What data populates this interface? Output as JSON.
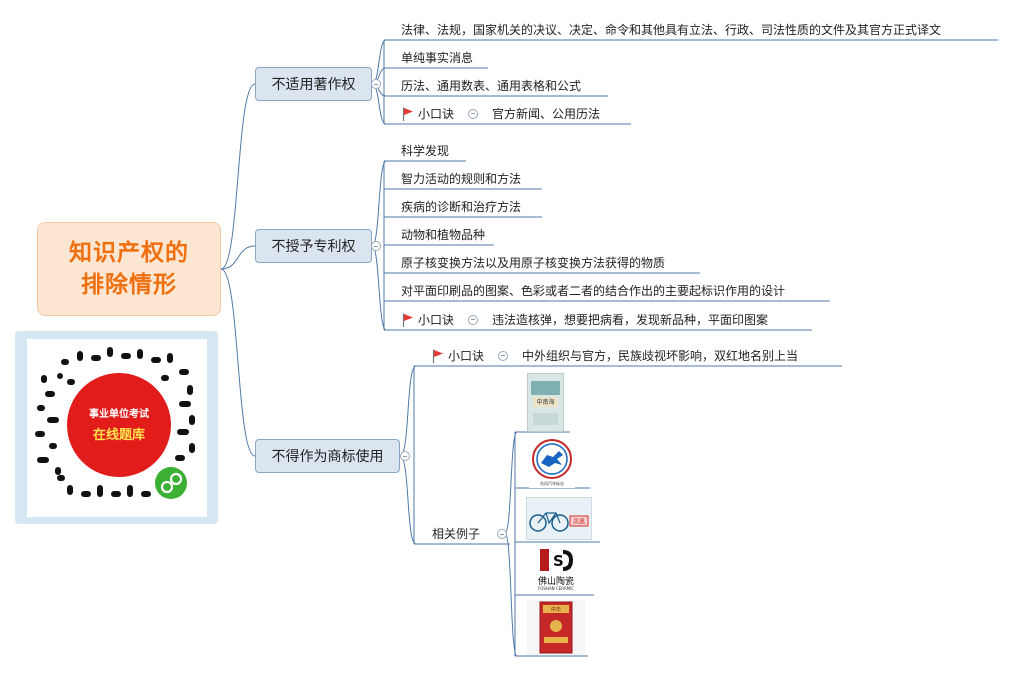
{
  "root": {
    "line1": "知识产权的",
    "line2": "排除情形"
  },
  "branches": {
    "b1": {
      "label": "不适用著作权",
      "items": [
        "法律、法规，国家机关的决议、决定、命令和其他具有立法、行政、司法性质的文件及其官方正式译文",
        "单纯事实消息",
        "历法、通用数表、通用表格和公式"
      ],
      "tip_label": "小口诀",
      "tip_text": "官方新闻、公用历法"
    },
    "b2": {
      "label": "不授予专利权",
      "items": [
        "科学发现",
        "智力活动的规则和方法",
        "疾病的诊断和治疗方法",
        "动物和植物品种",
        "原子核变换方法以及用原子核变换方法获得的物质",
        "对平面印刷品的图案、色彩或者二者的结合作出的主要起标识作用的设计"
      ],
      "tip_label": "小口诀",
      "tip_text": "违法造核弹，想要把病看，发现新品种，平面印图案"
    },
    "b3": {
      "label": "不得作为商标使用",
      "tip_label": "小口诀",
      "tip_text": "中外组织与官方，民族歧视坏影响，双红地名别上当",
      "examples_label": "相关例子",
      "example_captions": {
        "ex1": "中南海",
        "ex2": "东风汽车标志",
        "ex3": "凤凰",
        "ex4_title": "佛山陶瓷",
        "ex4_sub": "FOSHAN CERAMIC",
        "ex5": "中华"
      }
    }
  },
  "qr": {
    "line1": "事业单位考试",
    "line2": "在线题库"
  },
  "colors": {
    "accent": "#f0700f",
    "branch_fill": "#dbe5f0",
    "line": "#4f79a8",
    "flag": "#e53935",
    "qr_red": "#e21b1b"
  }
}
